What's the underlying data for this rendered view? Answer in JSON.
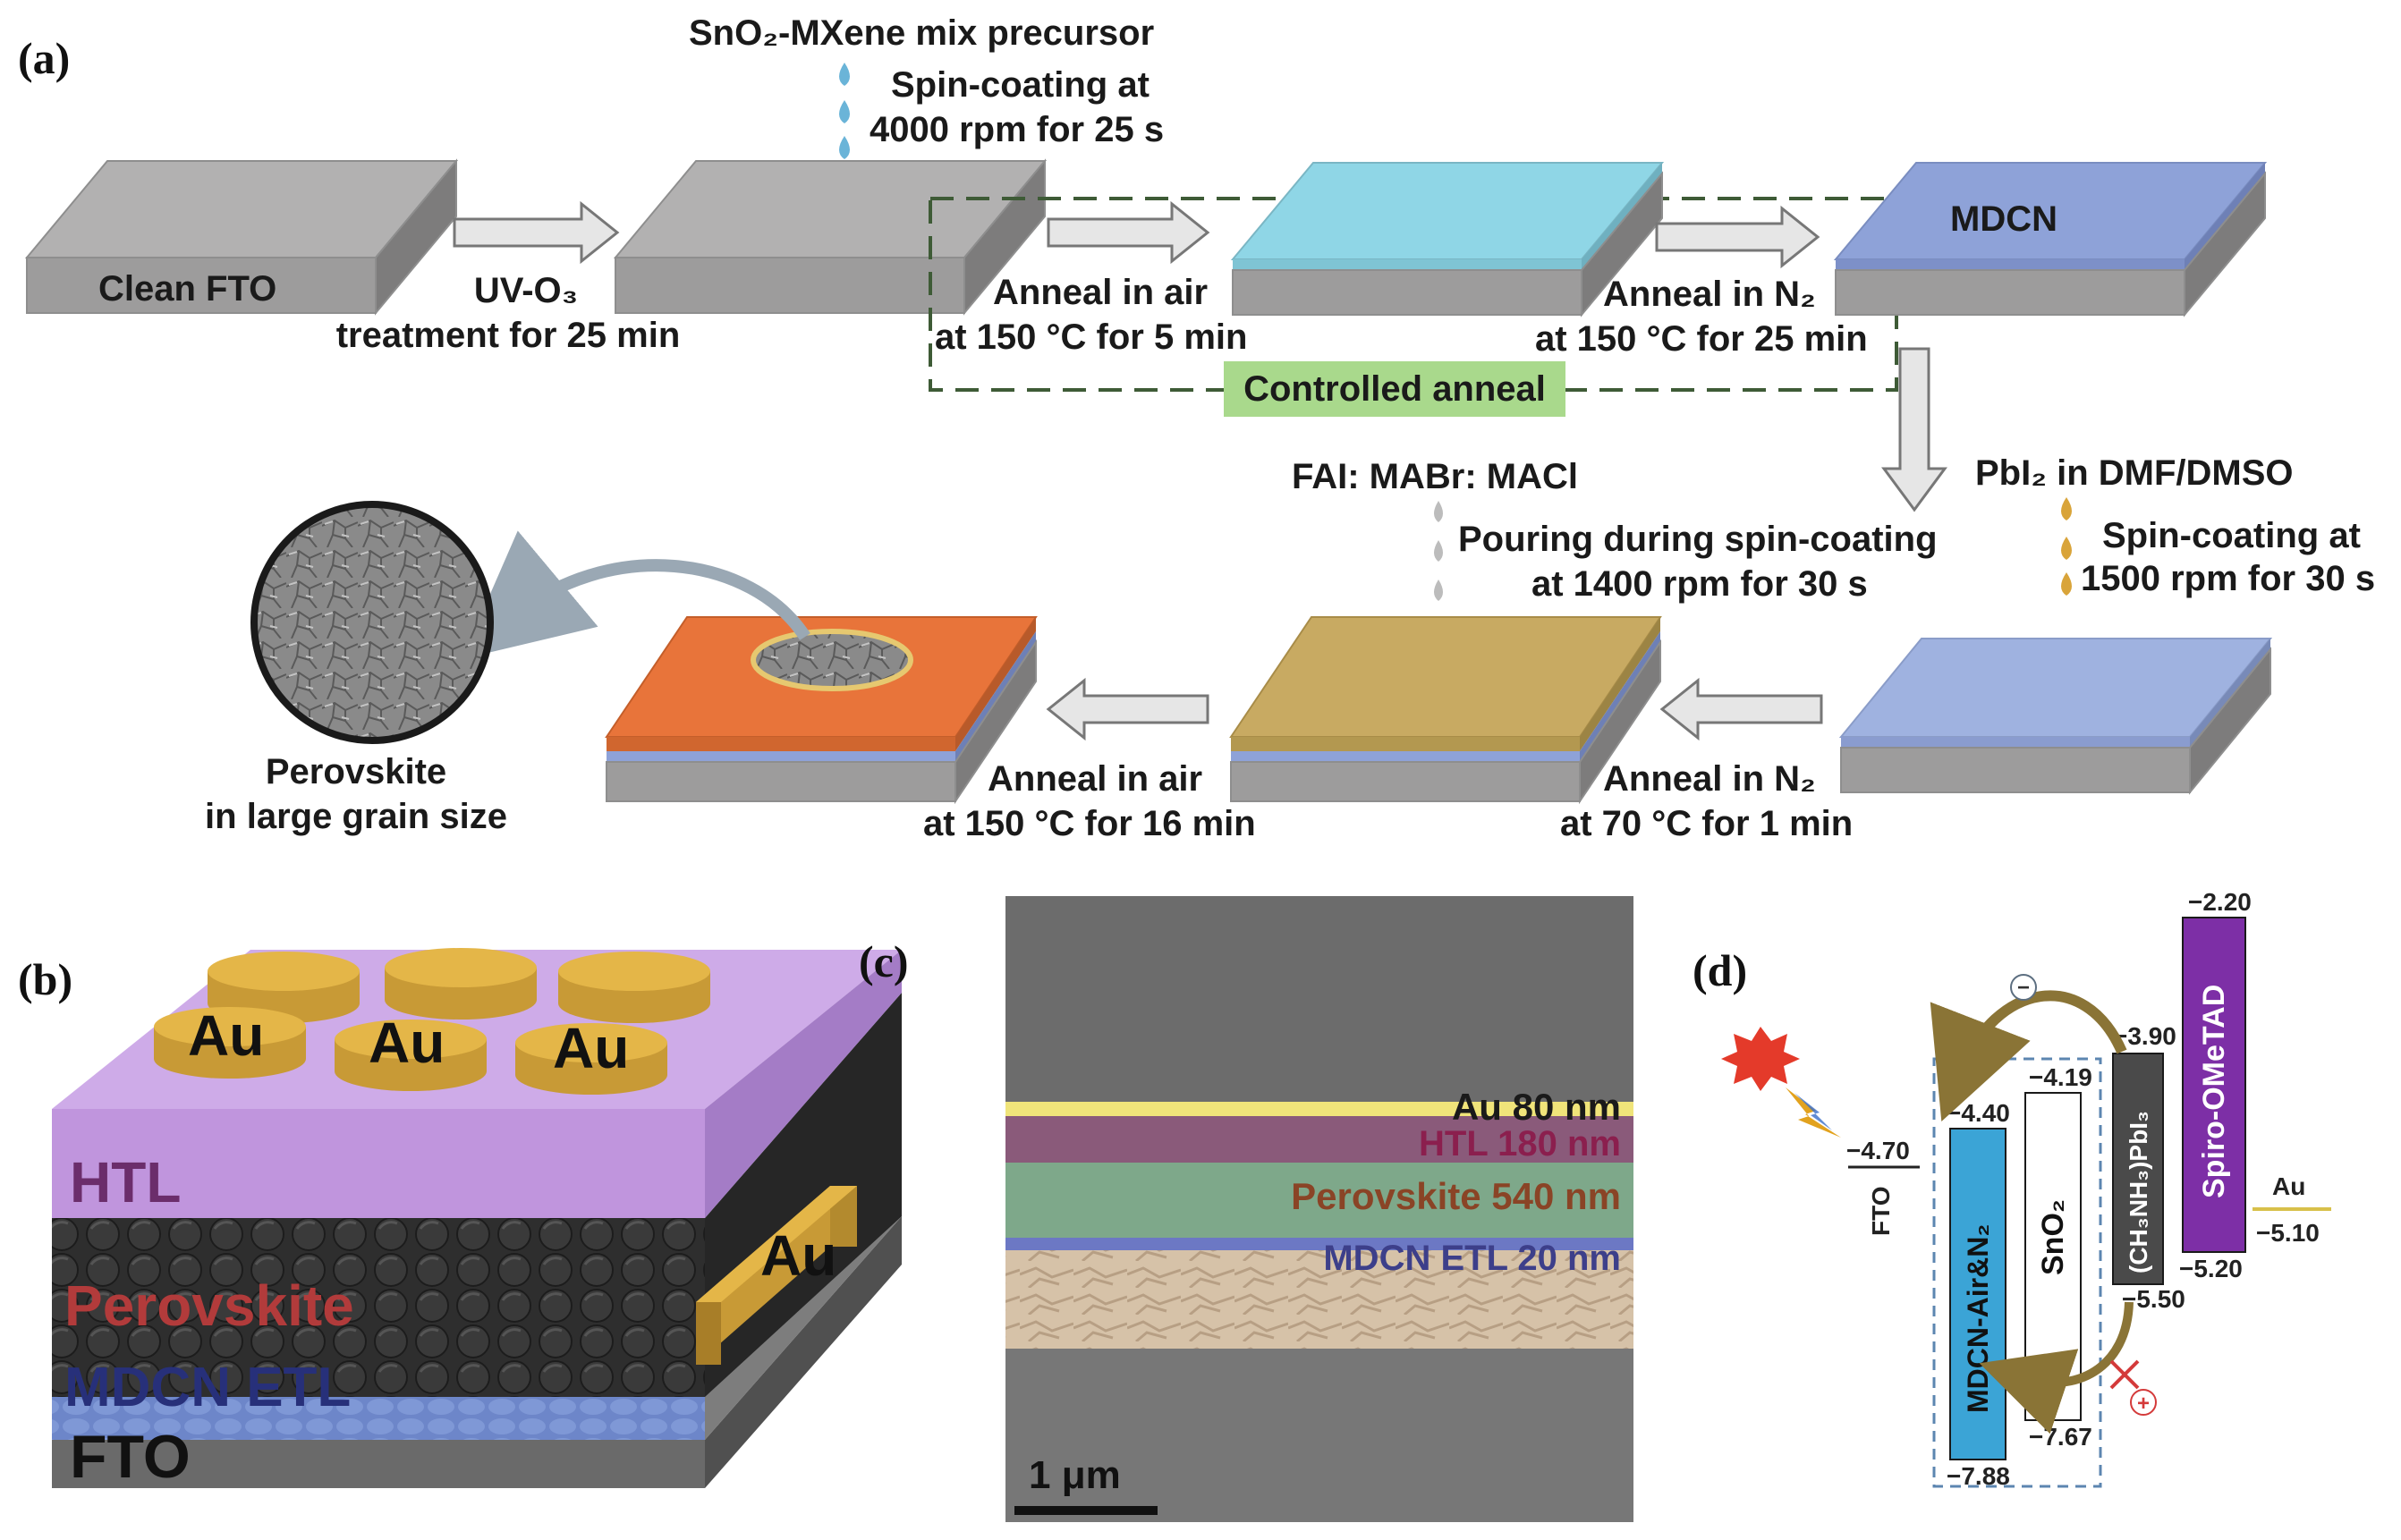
{
  "panels": {
    "a": "(a)",
    "b": "(b)",
    "c": "(c)",
    "d": "(d)"
  },
  "panel_a": {
    "precursor_title": "SnO₂-MXene mix precursor",
    "spin1_line1": "Spin-coating at",
    "spin1_line2": "4000 rpm for 25 s",
    "clean_fto": "Clean FTO",
    "uv_line1": "UV-O₃",
    "uv_line2": "treatment for 25 min",
    "anneal_air1_line1": "Anneal in air",
    "anneal_air1_line2": "at 150 °C for 5 min",
    "mdcn": "MDCN",
    "anneal_n2_1_line1": "Anneal in N₂",
    "anneal_n2_1_line2": "at 150 °C for 25 min",
    "controlled_anneal": "Controlled anneal",
    "pbi2_title": "PbI₂ in DMF/DMSO",
    "spin2_line1": "Spin-coating at",
    "spin2_line2": "1500 rpm for 30 s",
    "fai_title": "FAI: MABr: MACl",
    "pour_line1": "Pouring during spin-coating",
    "pour_line2": "at 1400 rpm for 30 s",
    "anneal_n2_2_line1": "Anneal in N₂",
    "anneal_n2_2_line2": "at 70 °C for 1 min",
    "anneal_air2_line1": "Anneal in air",
    "anneal_air2_line2": "at 150 °C for 16 min",
    "perov_line1": "Perovskite",
    "perov_line2": "in large grain size"
  },
  "panel_b": {
    "au": "Au",
    "htl": "HTL",
    "perovskite": "Perovskite",
    "etl": "MDCN ETL",
    "fto": "FTO"
  },
  "panel_c": {
    "au_layer": "Au 80 nm",
    "htl_layer": "HTL 180 nm",
    "perov_layer": "Perovskite 540 nm",
    "etl_layer": "MDCN ETL 20 nm",
    "scale": "1 μm"
  },
  "panel_d": {
    "fto": "FTO",
    "fto_level": "−4.70",
    "mdcn": "MDCN-Air&N₂",
    "mdcn_top": "−4.40",
    "mdcn_bottom": "−7.88",
    "sno2": "SnO₂",
    "sno2_top": "−4.19",
    "sno2_bottom": "−7.67",
    "pbi": "(CH₃NH₃)PbI₃",
    "pbi_top": "−3.90",
    "pbi_bottom": "−5.50",
    "spiro": "Spiro-OMeTAD",
    "spiro_top": "−2.20",
    "spiro_bottom": "−5.20",
    "au": "Au",
    "au_level": "−5.10",
    "electron": "−",
    "hole": "+"
  },
  "colors": {
    "fto_gray": "#a9a8a8",
    "sno2_cyan": "#8fd6e6",
    "mdcn_blue": "#8ea2d8",
    "pbi2_blue": "#9fb2e0",
    "intermediate_gold": "#c8aa62",
    "perovskite_orange": "#e8743a",
    "htl_purple": "#b98ad9",
    "mdcn_band": "#3ba4d6",
    "pbi_band": "#4a4a4a",
    "spiro_band": "#7d2fa6",
    "anneal_green": "#a9d98c"
  }
}
